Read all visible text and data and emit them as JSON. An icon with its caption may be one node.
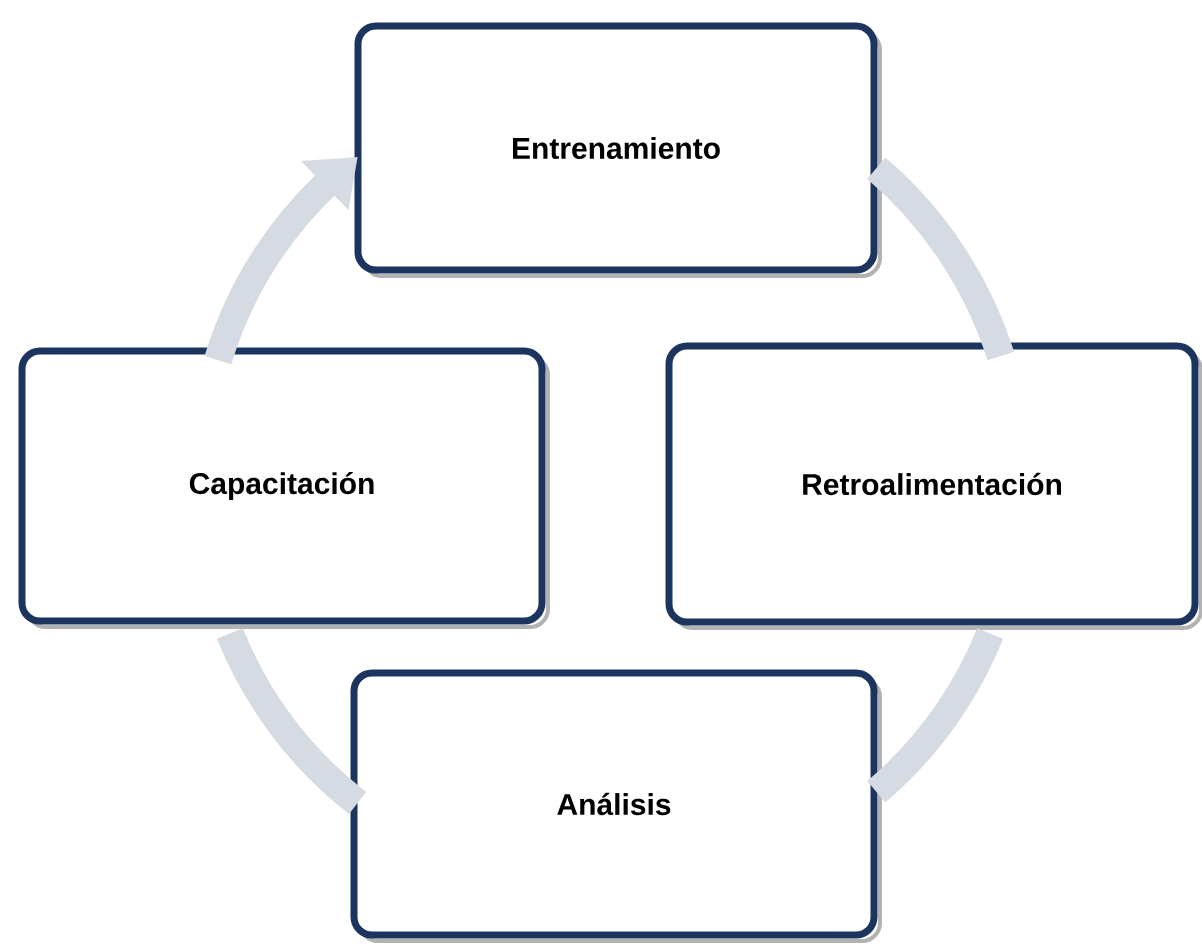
{
  "diagram": {
    "nodes": [
      {
        "text": [
          "Entrenamiento"
        ]
      },
      {
        "text": [
          "Retroalimentación"
        ]
      },
      {
        "text": [
          "Análisis"
        ]
      },
      {
        "text": [
          "Capacitación"
        ]
      }
    ],
    "edges": [
      {
        "from": 0,
        "to": 1,
        "arrow": "none"
      },
      {
        "from": 1,
        "to": 2,
        "arrow": "none"
      },
      {
        "from": 2,
        "to": 3,
        "arrow": "none"
      },
      {
        "from": 3,
        "to": 0,
        "arrow": "to"
      }
    ]
  }
}
